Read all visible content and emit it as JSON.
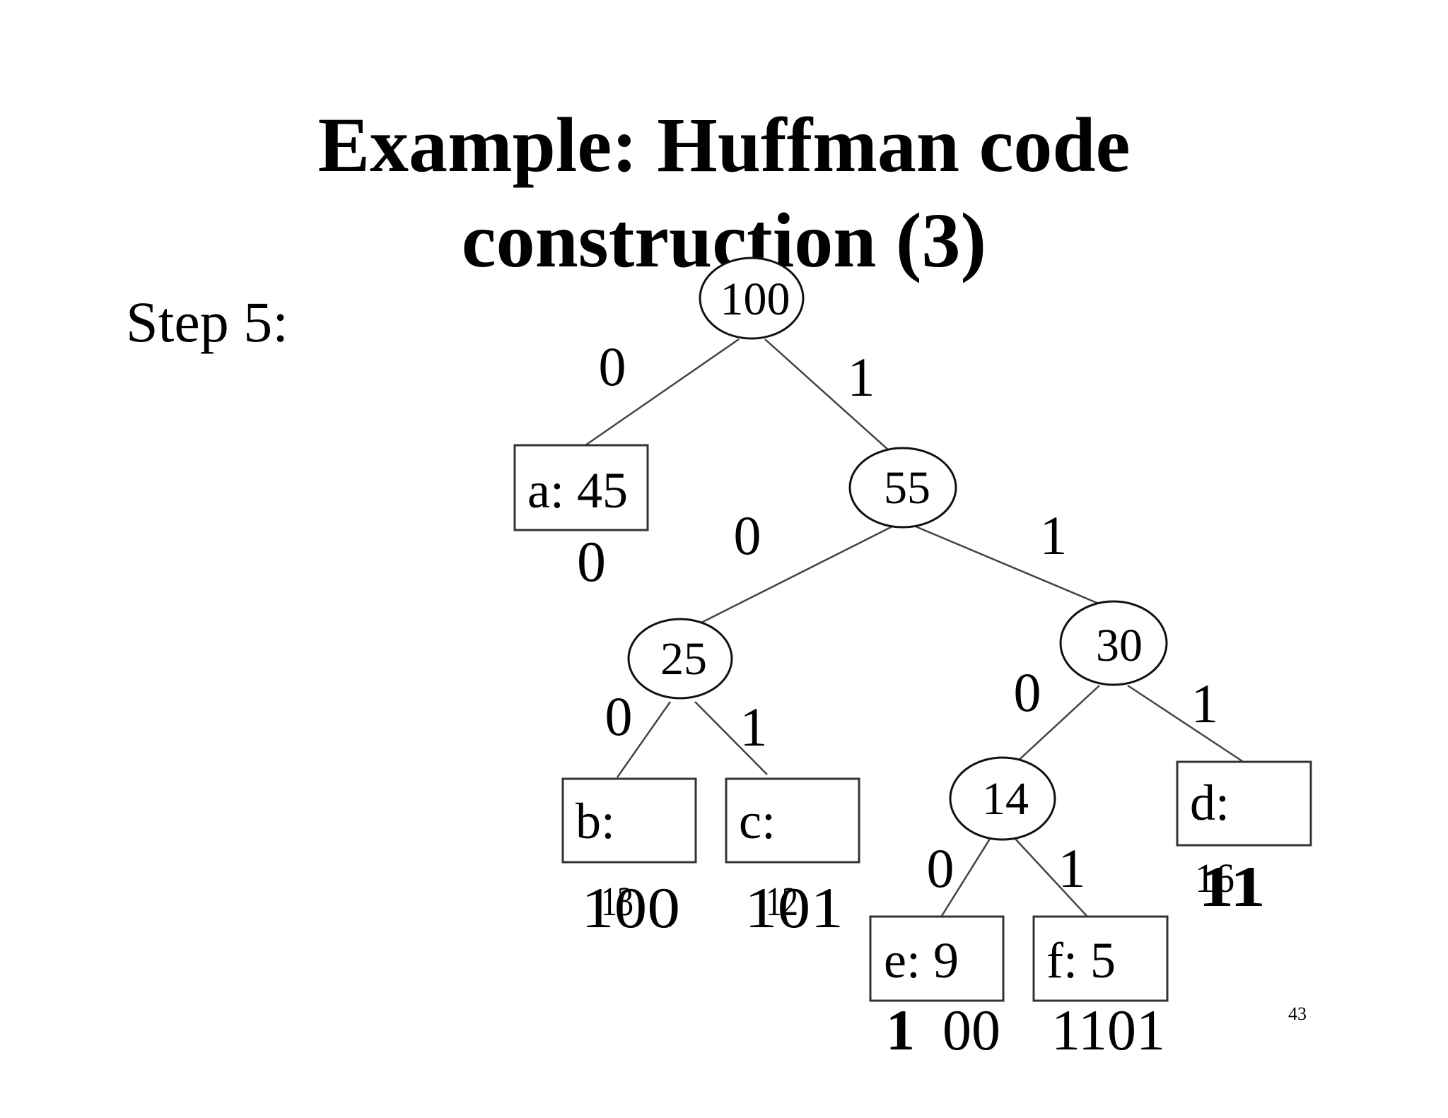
{
  "title_line1": "Example: Huffman code",
  "title_line2": "construction (3)",
  "step_label": "Step 5:",
  "page_number": "43",
  "tree": {
    "internal_nodes": [
      {
        "id": "n100",
        "value": "100"
      },
      {
        "id": "n55",
        "value": "55"
      },
      {
        "id": "n25",
        "value": "25"
      },
      {
        "id": "n30",
        "value": "30"
      },
      {
        "id": "n14",
        "value": "14"
      }
    ],
    "leaves": [
      {
        "id": "a",
        "label": "a: 45"
      },
      {
        "id": "b",
        "label": "b:"
      },
      {
        "id": "c",
        "label": "c:"
      },
      {
        "id": "d",
        "label": "d:"
      },
      {
        "id": "e",
        "label": "e: 9"
      },
      {
        "id": "f",
        "label": "f: 5"
      }
    ],
    "edge_labels": {
      "n100_a": "0",
      "n100_n55": "1",
      "n55_n25": "0",
      "n55_n30": "1",
      "n25_b": "0",
      "n25_c": "1",
      "n30_n14": "0",
      "n30_d": "1",
      "n14_e": "0",
      "n14_f": "1"
    },
    "codes": {
      "a": "0",
      "b_code": "100",
      "b_weight": "13",
      "c_code": "101",
      "c_weight": "12",
      "d_code": "11",
      "d_weight": "16",
      "e_bold": "1",
      "e_rest": "00",
      "f": "1101"
    }
  }
}
